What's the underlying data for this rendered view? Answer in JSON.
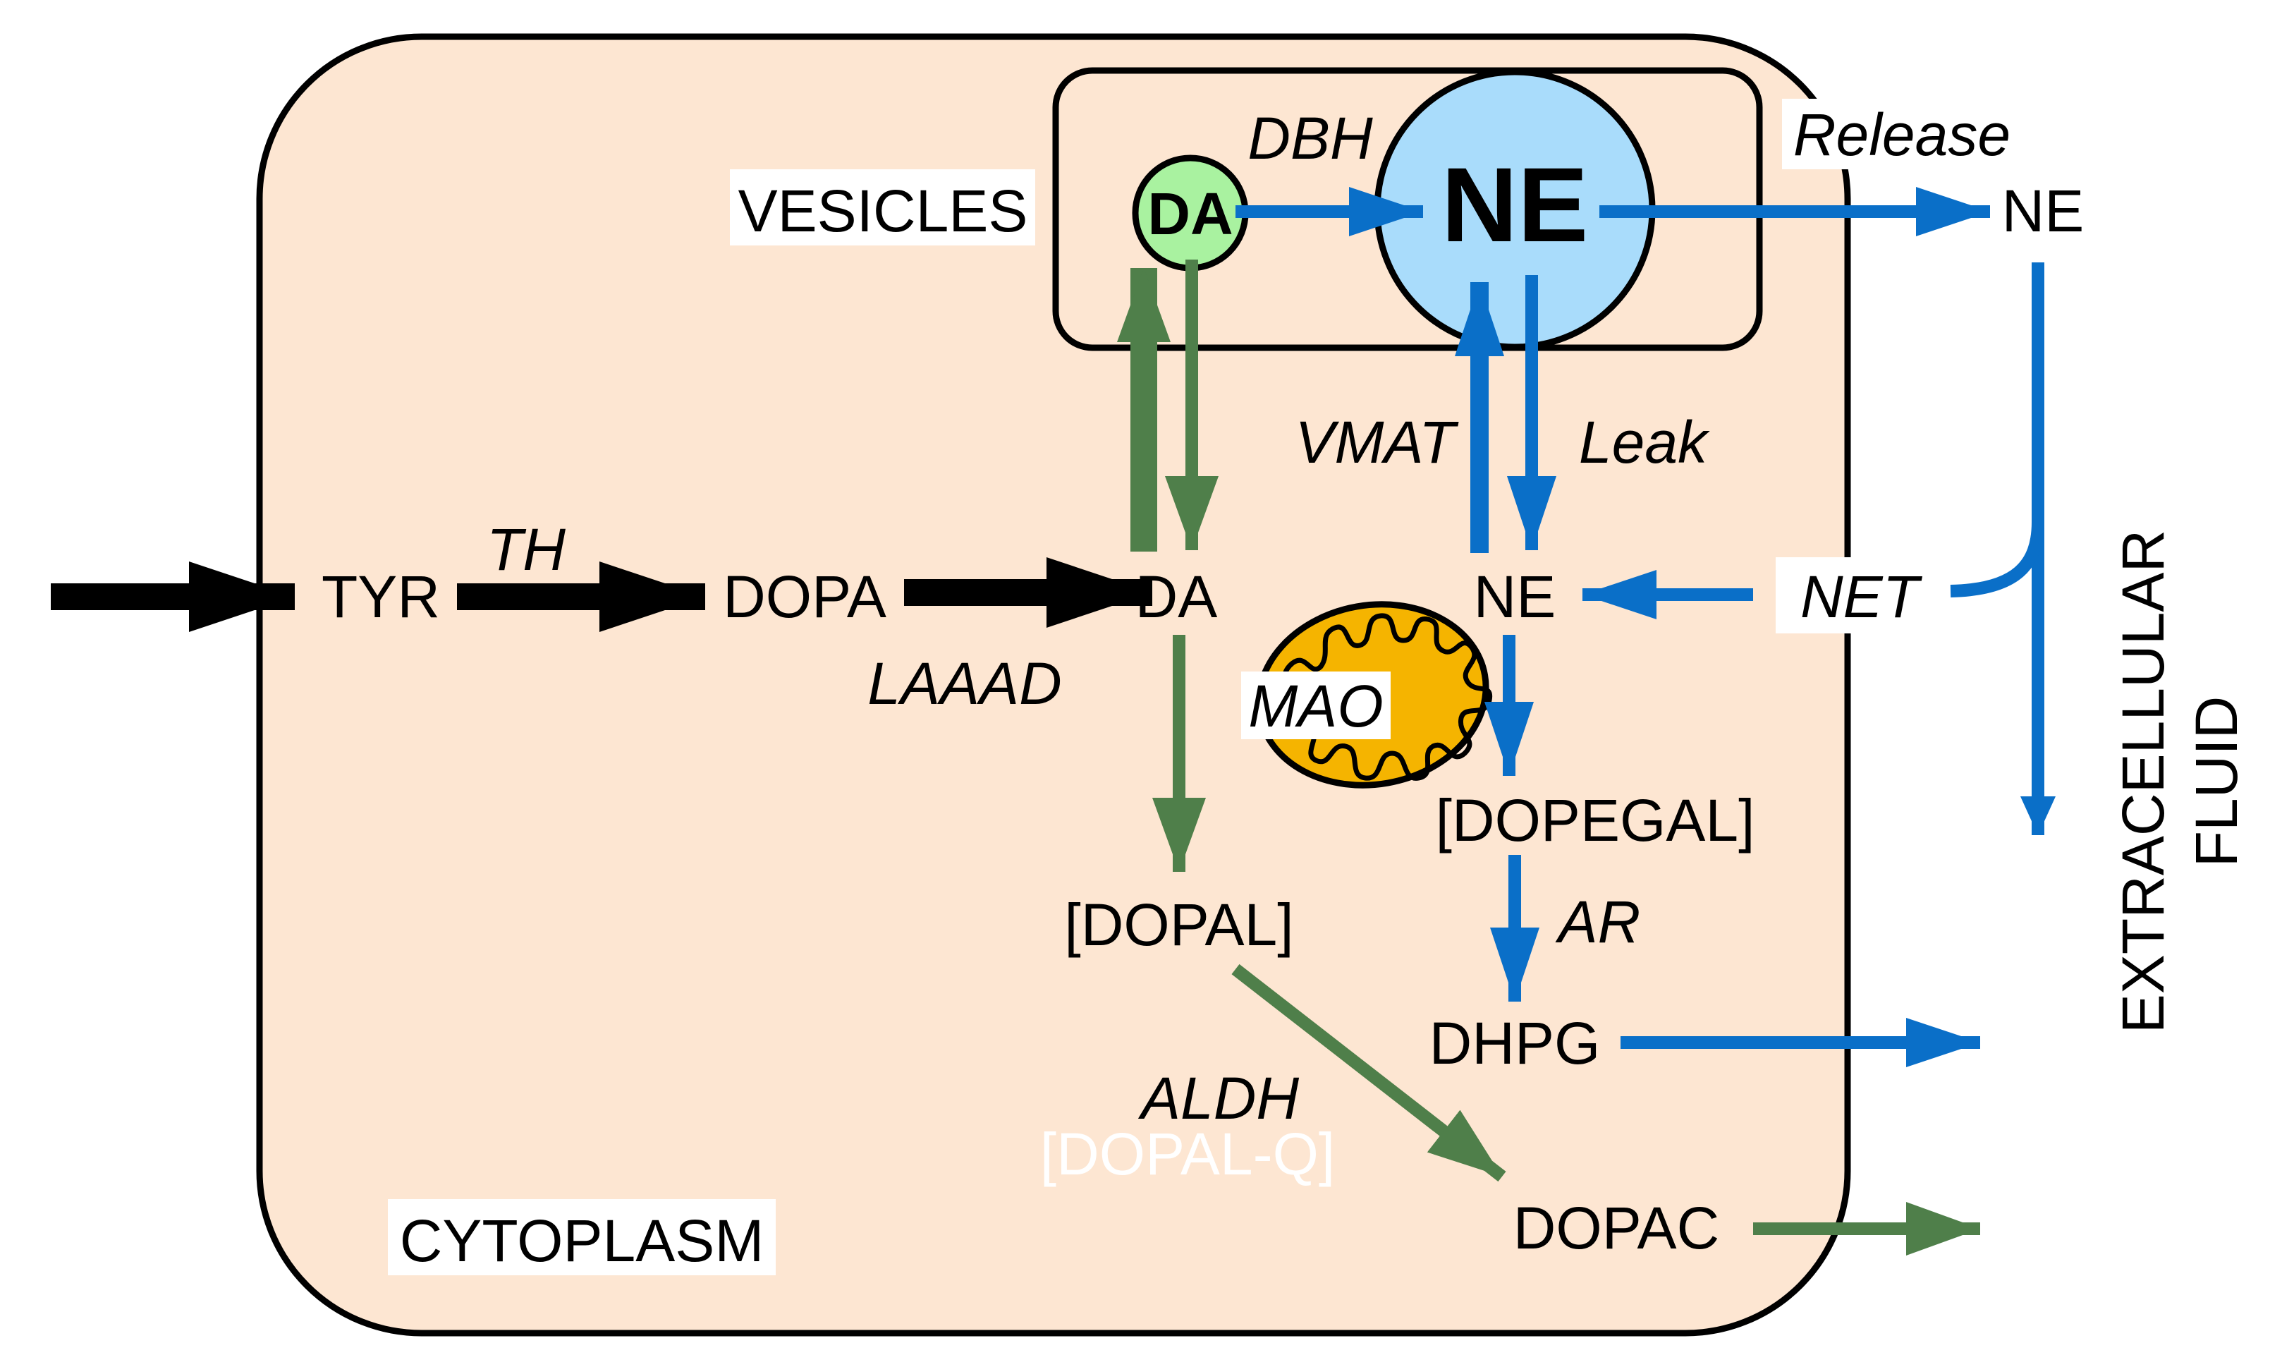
{
  "compartments": {
    "vesicles": "VESICLES",
    "cytoplasm": "CYTOPLASM",
    "extracellular": [
      "EXTRACELLULAR",
      "FLUID"
    ]
  },
  "metabolites": {
    "tyr": "TYR",
    "dopa": "DOPA",
    "da_cyto": "DA",
    "da_vesicle": "DA",
    "ne_vesicle": "NE",
    "ne_released": "NE",
    "ne_cyto": "NE",
    "dopal": "[DOPAL]",
    "dopal_q": "[DOPAL-Q]",
    "dopegal": "[DOPEGAL]",
    "dhpg": "DHPG",
    "dopac": "DOPAC"
  },
  "enzymes": {
    "th": "TH",
    "laaad": "LAAAD",
    "dbh": "DBH",
    "vmat": "VMAT",
    "leak": "Leak",
    "release": "Release",
    "net": "NET",
    "mao": "MAO",
    "ar": "AR",
    "aldh": "ALDH"
  },
  "colors": {
    "cytoplasm_fill": "#fde6d2",
    "da_vesicle_fill": "#a9f2a0",
    "ne_vesicle_fill": "#a9dcfb",
    "mitochondrion_fill": "#f5b400",
    "ne_pathway": "#0a6fc8",
    "da_pathway": "#4f7f4a",
    "synthesis_pathway": "#000000"
  }
}
